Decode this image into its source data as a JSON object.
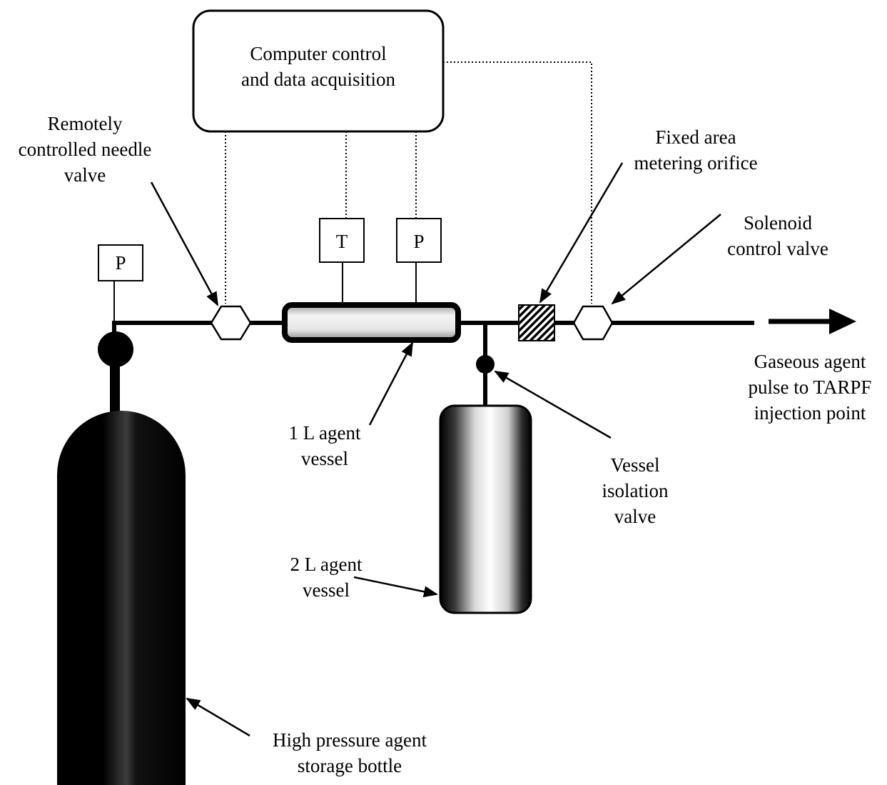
{
  "computer_box": {
    "line1": "Computer control",
    "line2": "and data acquisition"
  },
  "sensors": {
    "left_pressure": "P",
    "temperature": "T",
    "right_pressure": "P"
  },
  "labels": {
    "needle_valve": [
      "Remotely",
      "controlled  needle",
      "valve"
    ],
    "orifice": [
      "Fixed area",
      "metering orifice"
    ],
    "solenoid": [
      "Solenoid",
      "control valve"
    ],
    "outlet": [
      "Gaseous agent",
      "pulse to TARPF",
      "injection point"
    ],
    "vessel_1l": [
      "1 L agent",
      "vessel"
    ],
    "isolation_valve": [
      "Vessel",
      "isolation",
      "valve"
    ],
    "vessel_2l": [
      "2 L agent",
      "vessel"
    ],
    "storage_bottle": [
      "High pressure agent",
      "storage bottle"
    ]
  },
  "colors": {
    "ink": "#000000",
    "vessel_fill": "#ffffff"
  }
}
